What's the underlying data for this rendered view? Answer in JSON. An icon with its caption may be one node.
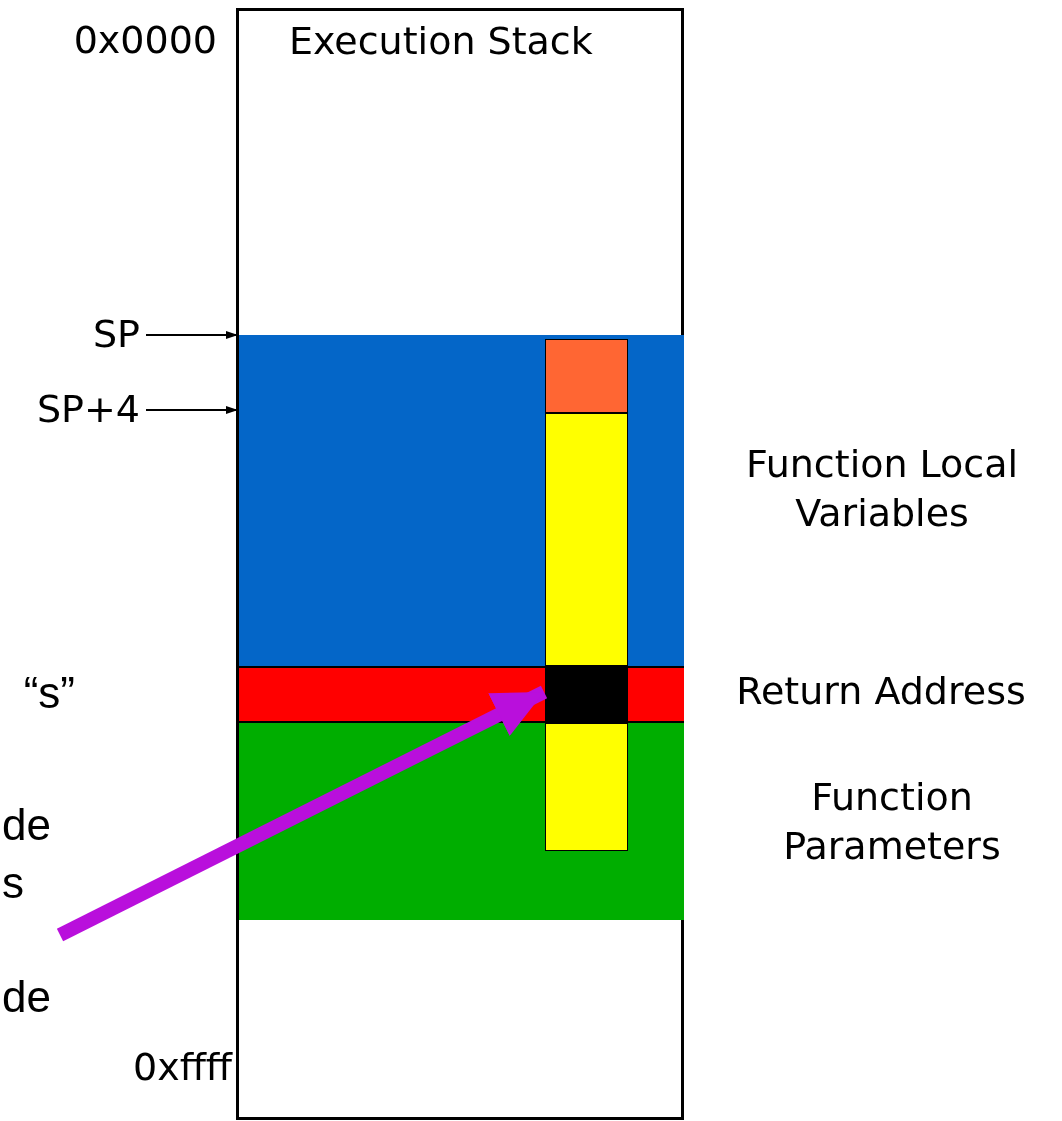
{
  "diagram": {
    "nodes": [
      {
        "text": [
          "Execution Stack"
        ]
      },
      {
        "text": [
          "SP"
        ]
      },
      {
        "text": [
          "SP+4"
        ]
      },
      {
        "text": [],
        "shape": "box",
        "in": 0,
        "beside": [
          "Function Local Variables"
        ]
      },
      {
        "text": [],
        "shape": "box",
        "in": 0,
        "beside": [
          "Return Address"
        ]
      },
      {
        "text": [],
        "shape": "box",
        "in": 0,
        "beside": [
          "Function Parameters"
        ]
      },
      {
        "text": [],
        "shape": "box",
        "in": 3
      },
      {
        "text": [],
        "shape": "box",
        "in": 3
      },
      {
        "text": [],
        "shape": "box",
        "in": 4
      },
      {
        "text": [],
        "shape": "box",
        "in": 5
      }
    ],
    "edges": [
      {
        "from": 1,
        "to": 3,
        "arrow": "to"
      },
      {
        "from": 2,
        "to": 3,
        "arrow": "to"
      },
      {
        "from": null,
        "to": 8,
        "arrow": "to",
        "style": "thick",
        "color": "#b90fdc"
      }
    ],
    "labels": [
      "0x0000",
      "0xffff",
      "“s”",
      "de",
      "s",
      "de"
    ]
  }
}
